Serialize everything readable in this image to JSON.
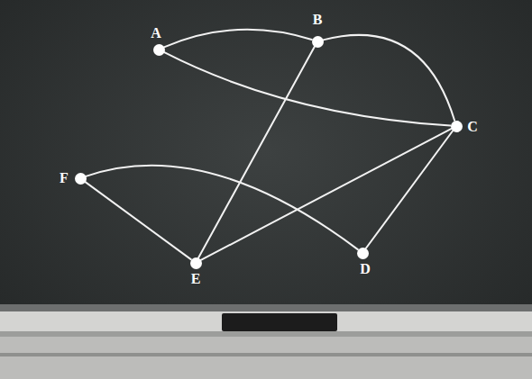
{
  "diagram": {
    "nodes": [
      {
        "text": [
          "A"
        ]
      },
      {
        "text": [
          "B"
        ]
      },
      {
        "text": [
          "C"
        ]
      },
      {
        "text": [
          "F"
        ]
      },
      {
        "text": [
          "E"
        ]
      },
      {
        "text": [
          "D"
        ]
      }
    ],
    "edges": [
      {
        "from": 0,
        "to": 1,
        "arrow": "none"
      },
      {
        "from": 0,
        "to": 2,
        "arrow": "none"
      },
      {
        "from": 1,
        "to": 2,
        "arrow": "none"
      },
      {
        "from": 1,
        "to": 4,
        "arrow": "none"
      },
      {
        "from": 4,
        "to": 2,
        "arrow": "none"
      },
      {
        "from": 3,
        "to": 4,
        "arrow": "none"
      },
      {
        "from": 3,
        "to": 5,
        "arrow": "none"
      },
      {
        "from": 5,
        "to": 2,
        "arrow": "none"
      }
    ]
  }
}
